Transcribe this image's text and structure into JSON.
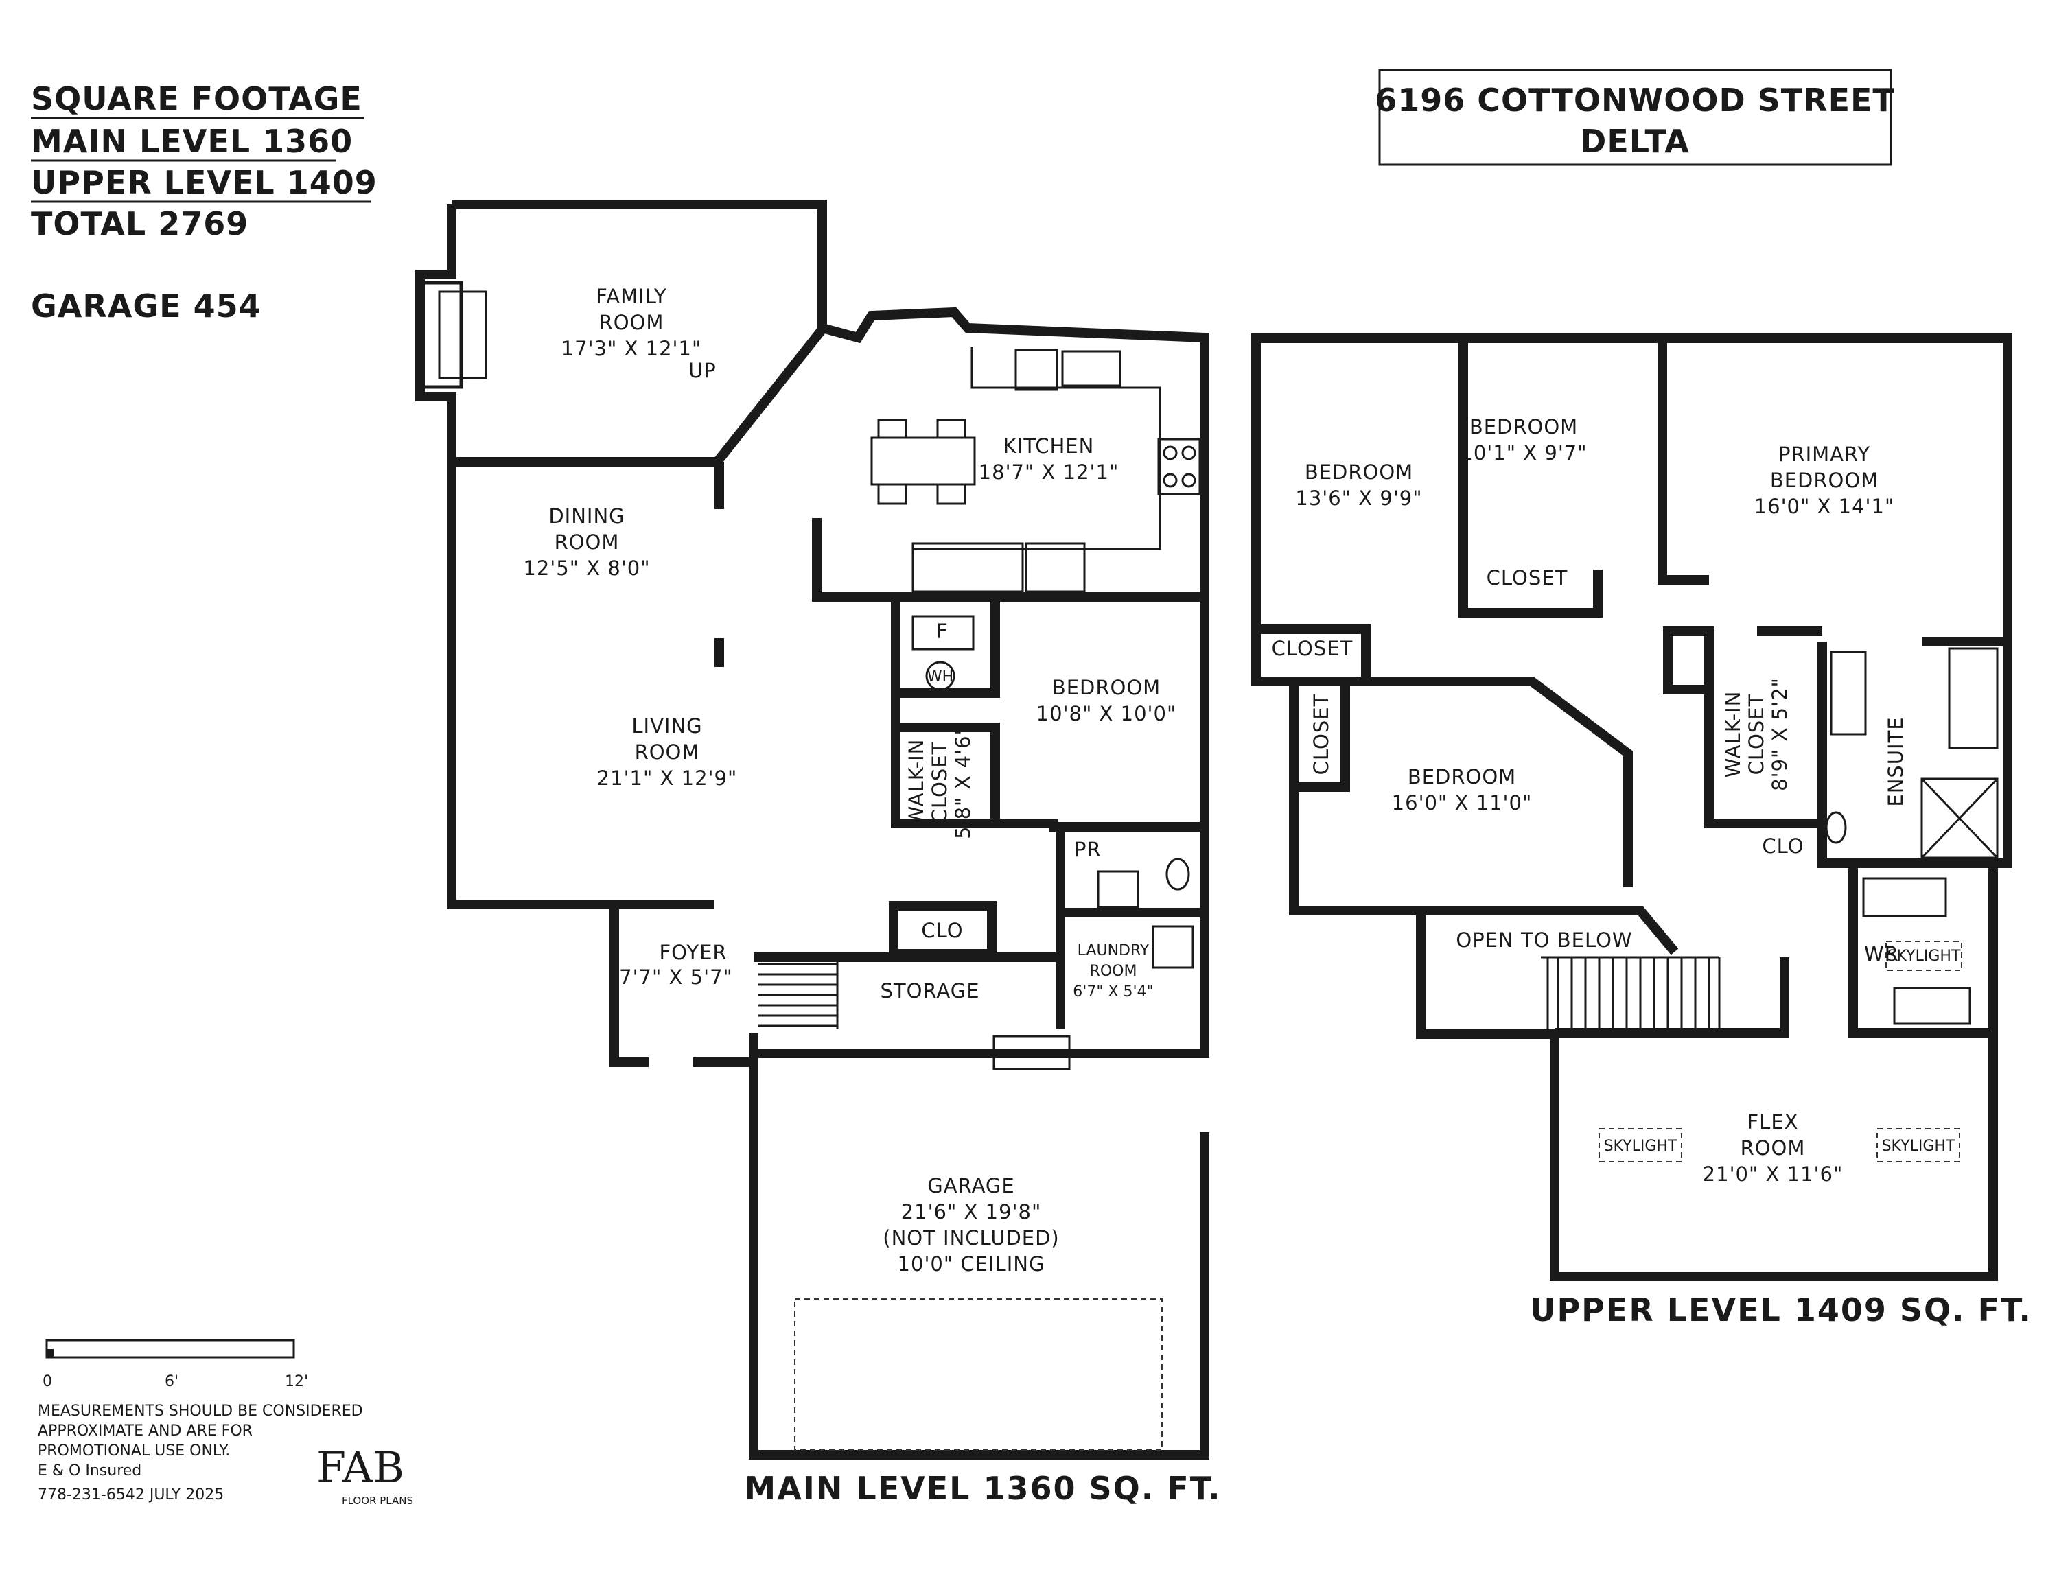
{
  "square_footage": {
    "heading": "SQUARE FOOTAGE",
    "main": "MAIN LEVEL 1360",
    "upper": "UPPER LEVEL 1409",
    "total": "TOTAL 2769",
    "garage": "GARAGE 454"
  },
  "address": {
    "line1": "6196 COTTONWOOD STREET",
    "line2": "DELTA"
  },
  "main_level": {
    "title": "MAIN LEVEL 1360 SQ. FT.",
    "rooms": {
      "family": {
        "name1": "FAMILY",
        "name2": "ROOM",
        "dims": "17'3\" X 12'1\""
      },
      "up": "UP",
      "kitchen": {
        "name": "KITCHEN",
        "dims": "18'7\" X 12'1\""
      },
      "dining": {
        "name1": "DINING",
        "name2": "ROOM",
        "dims": "12'5\" X 8'0\""
      },
      "living": {
        "name1": "LIVING",
        "name2": "ROOM",
        "dims": "21'1\" X 12'9\""
      },
      "bedroom": {
        "name": "BEDROOM",
        "dims": "10'8\" X 10'0\""
      },
      "walkin": {
        "name1": "WALK-IN",
        "name2": "CLOSET",
        "dims": "5'8\" X 4'6\""
      },
      "furnace": "F",
      "water_heater": "WH",
      "pr": "PR",
      "clo": "CLO",
      "foyer": {
        "name": "FOYER",
        "dims": "7'7\" X 5'7\""
      },
      "storage": "STORAGE",
      "laundry": {
        "name1": "LAUNDRY",
        "name2": "ROOM",
        "dims": "6'7\" X 5'4\""
      },
      "garage": {
        "name": "GARAGE",
        "dims": "21'6\" X 19'8\"",
        "note": "(NOT INCLUDED)",
        "ceiling": "10'0\" CEILING"
      }
    }
  },
  "upper_level": {
    "title": "UPPER LEVEL 1409 SQ. FT.",
    "rooms": {
      "bed1": {
        "name": "BEDROOM",
        "dims": "13'6\" X 9'9\""
      },
      "bed2": {
        "name": "BEDROOM",
        "dims": "10'1\" X 9'7\""
      },
      "primary": {
        "name1": "PRIMARY",
        "name2": "BEDROOM",
        "dims": "16'0\" X 14'1\""
      },
      "closet1": "CLOSET",
      "closet2": "CLOSET",
      "closet3": "CLOSET",
      "bed3": {
        "name": "BEDROOM",
        "dims": "16'0\" X 11'0\""
      },
      "walkin": {
        "name1": "WALK-IN",
        "name2": "CLOSET",
        "dims": "8'9\" X 5'2\""
      },
      "ensuite": "ENSUITE",
      "clo": "CLO",
      "open": "OPEN TO BELOW",
      "wr": "WR",
      "skylight": "SKYLIGHT",
      "flex": {
        "name1": "FLEX",
        "name2": "ROOM",
        "dims": "21'0\" X 11'6\""
      }
    }
  },
  "scale": {
    "t0": "0",
    "t6": "6'",
    "t12": "12'"
  },
  "disclaimer": {
    "line1": "MEASUREMENTS SHOULD BE CONSIDERED",
    "line2": "APPROXIMATE AND ARE FOR",
    "line3": "PROMOTIONAL USE ONLY.",
    "line4": "E & O Insured",
    "line5": "778-231-6542  JULY 2025"
  },
  "logo": {
    "text": "FAB",
    "sub": "FLOOR PLANS"
  }
}
